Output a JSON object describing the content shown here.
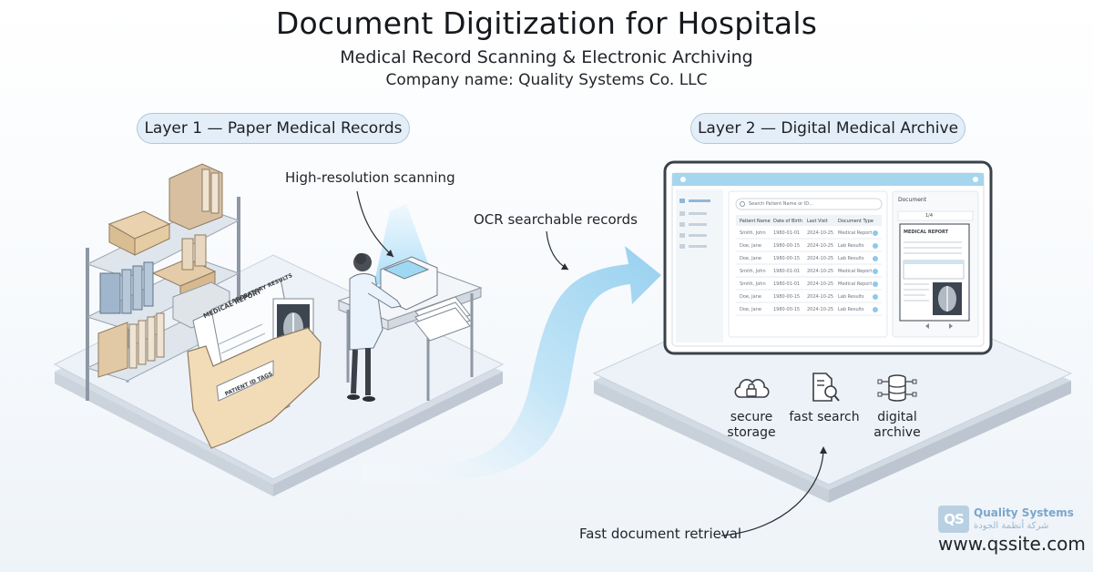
{
  "title": "Document Digitization for Hospitals",
  "subtitle": "Medical Record Scanning & Electronic Archiving",
  "company": "Company name: Quality Systems Co. LLC",
  "layer1": {
    "label": "Layer 1 — Paper Medical Records"
  },
  "layer2": {
    "label": "Layer 2 — Digital Medical Archive"
  },
  "callouts": {
    "scanning": "High-resolution scanning",
    "ocr": "OCR searchable records",
    "retrieval": "Fast document retrieval"
  },
  "paper_docs": {
    "medical_report": "MEDICAL REPORT",
    "lab_results": "LABORATORY RESULTS",
    "patient_id": "PATIENT ID TAGS"
  },
  "archive_ui": {
    "search_placeholder": "Search Patient Name or ID...",
    "columns": [
      "Patient Name",
      "Date of Birth",
      "Last Visit",
      "Document Type"
    ],
    "rows": [
      [
        "Smith, John",
        "1980-01-01",
        "2024-10-25",
        "Medical Report"
      ],
      [
        "Doe, Jane",
        "1980-00-15",
        "2024-10-25",
        "Lab Results"
      ],
      [
        "Doe, Jane",
        "1980-00-15",
        "2024-10-25",
        "Lab Results"
      ],
      [
        "Smith, John",
        "1980-01-01",
        "2024-10-25",
        "Medical Report"
      ],
      [
        "Smith, John",
        "1980-01-01",
        "2024-10-25",
        "Medical Report"
      ],
      [
        "Doe, Jane",
        "1980-00-15",
        "2024-10-25",
        "Lab Results"
      ],
      [
        "Doe, Jane",
        "1980-00-15",
        "2024-10-25",
        "Lab Results"
      ]
    ],
    "viewer_title": "Document",
    "viewer_page": "1/4",
    "viewer_doc_title": "MEDICAL REPORT"
  },
  "features": [
    {
      "icon": "cloud-lock-icon",
      "label": "secure storage"
    },
    {
      "icon": "document-search-icon",
      "label": "fast search"
    },
    {
      "icon": "database-icon",
      "label": "digital archive"
    }
  ],
  "brand": {
    "name": "Quality Systems",
    "name_ar": "شركة أنظمة الجودة",
    "logo_text": "QS",
    "url": "www.qssite.com"
  },
  "colors": {
    "accent_blue": "#8ec9ec",
    "platform": "#eef3f9",
    "platform_edge": "#cfd8e2",
    "folder": "#f2dcb8",
    "pill_fill": "#e3eef8",
    "pill_border": "#aec8df"
  }
}
